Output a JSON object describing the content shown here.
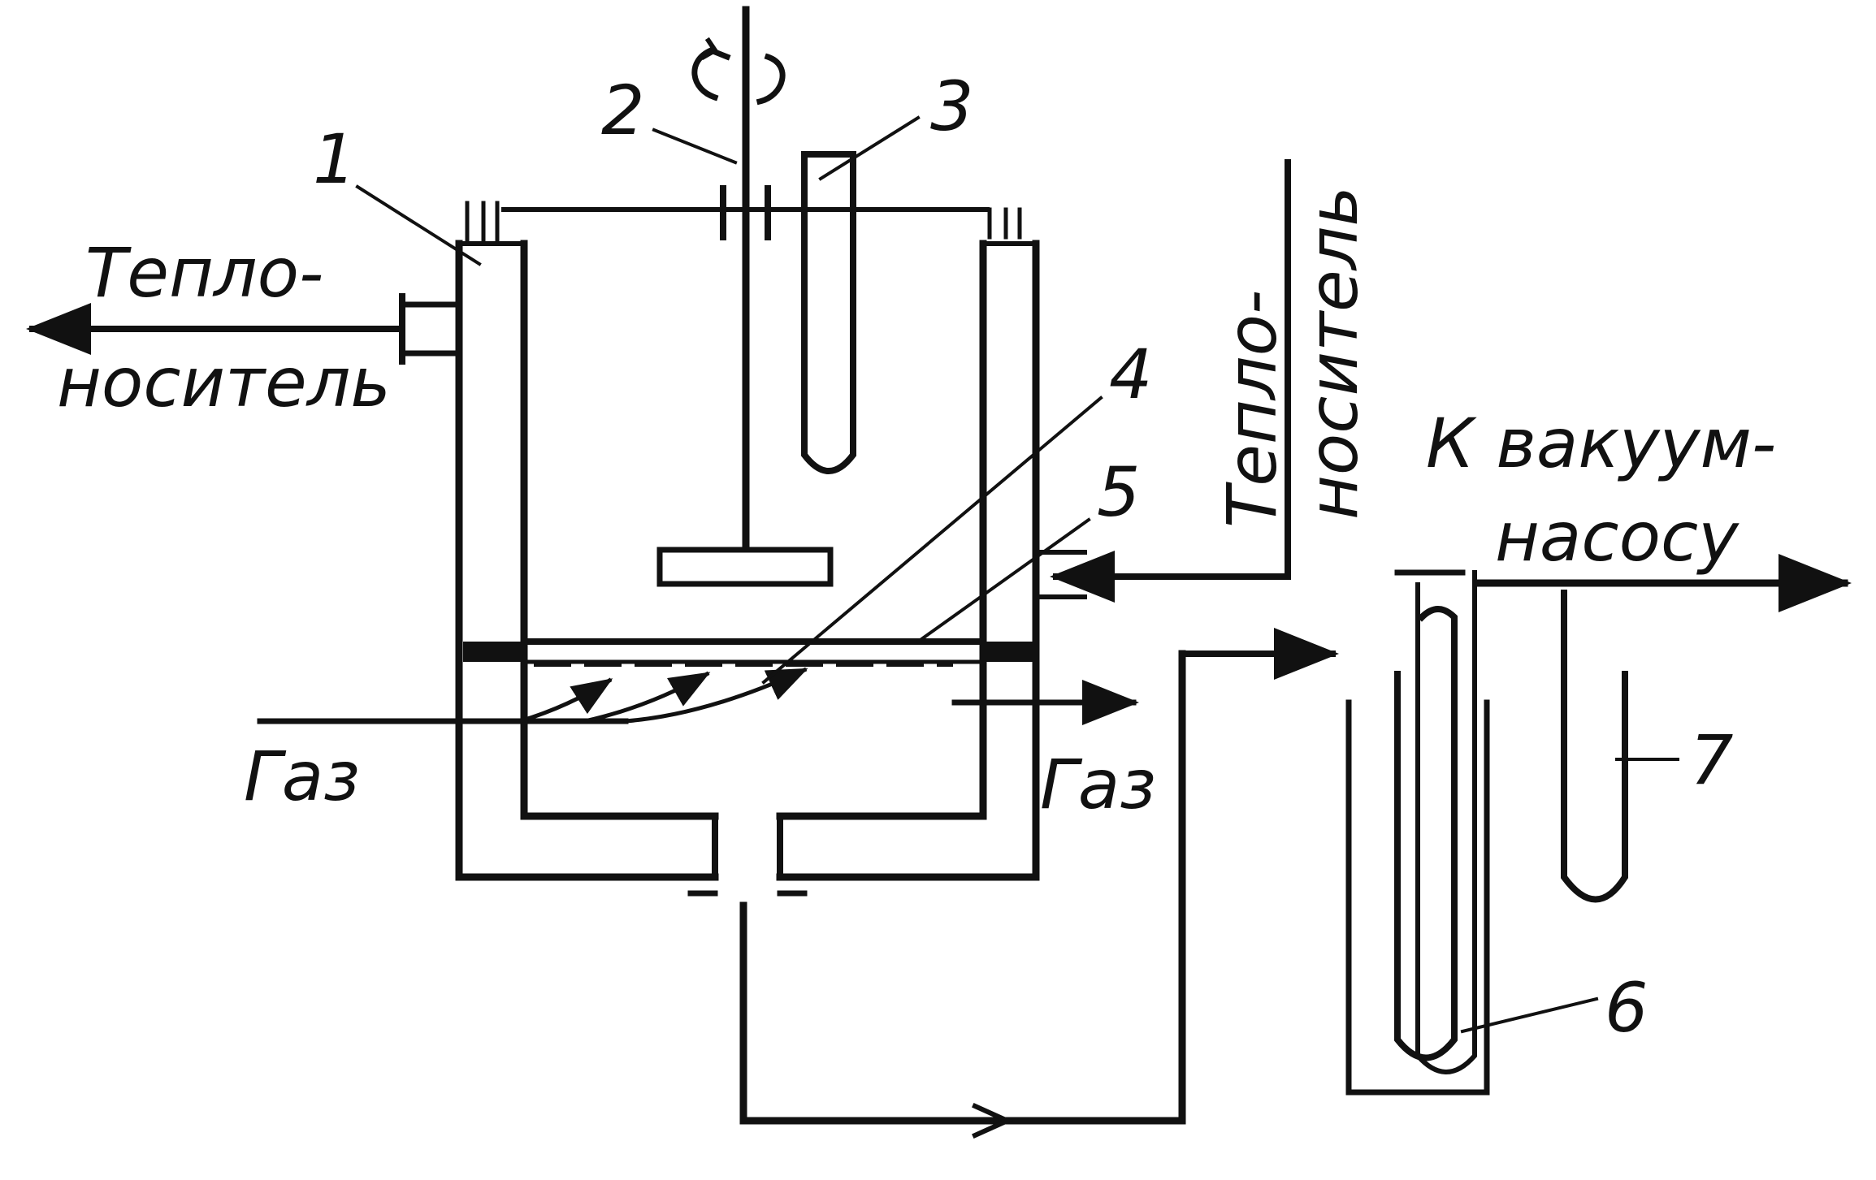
{
  "labels": {
    "n1": "1",
    "n2": "2",
    "n3": "3",
    "n4": "4",
    "n5": "5",
    "n6": "6",
    "n7": "7",
    "coolant_left_1": "Тепло-",
    "coolant_left_2": "носитель",
    "coolant_right_1": "Тепло-",
    "coolant_right_2": "носитель",
    "gas_in": "Газ",
    "gas_out": "Газ",
    "vacuum_1": "К вакуум-",
    "vacuum_2": "насосу"
  }
}
